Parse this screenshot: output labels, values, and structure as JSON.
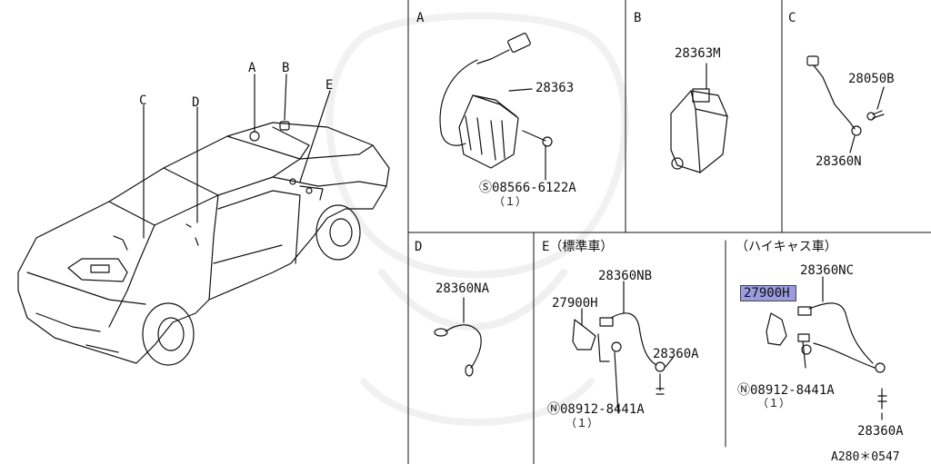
{
  "car_view": {
    "labels": [
      "A",
      "B",
      "C",
      "D",
      "E"
    ]
  },
  "panel_a": {
    "letter": "A",
    "part": "28363",
    "screw": "Ⓢ08566-6122A",
    "qty": "（１）"
  },
  "panel_b": {
    "letter": "B",
    "part": "28363M"
  },
  "panel_c": {
    "letter": "C",
    "bolt": "28050B",
    "cable": "28360N"
  },
  "panel_d": {
    "letter": "D",
    "cable": "28360NA"
  },
  "panel_e": {
    "title": "E（標準車）",
    "cable": "28360NB",
    "bracket": "27900H",
    "ground": "28360A",
    "nut": "Ⓝ08912-8441A",
    "qty": "（１）"
  },
  "panel_f": {
    "title": "（ハイキャス車）",
    "cable": "28360NC",
    "bracket": "27900H",
    "nut": "Ⓝ08912-8441A",
    "qty": "（１）",
    "ground": "28360A"
  },
  "footer": {
    "code": "A280＊0547"
  },
  "colors": {
    "highlight": "#9a9be0",
    "line": "#111111"
  }
}
